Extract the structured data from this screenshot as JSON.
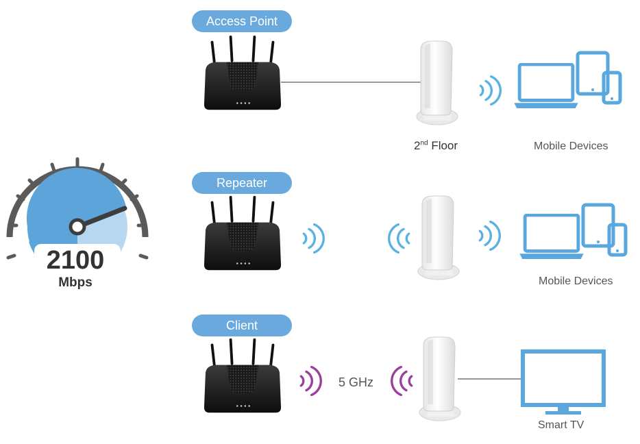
{
  "modes": [
    {
      "title": "Access Point",
      "right_label": "Mobile Devices"
    },
    {
      "title": "Repeater",
      "right_label": "Mobile Devices"
    },
    {
      "title": "Client",
      "right_label": "Smart TV"
    }
  ],
  "floor_label": {
    "ordinal": "2",
    "suffix": "nd",
    "text": " Floor"
  },
  "band_label": "5 GHz",
  "speed": {
    "value": "2100",
    "unit": "Mbps"
  },
  "colors": {
    "wifi_blue": "#5ab2e4",
    "wifi_purple": "#9b3f9c",
    "device_blue": "#5aa7de",
    "pill": "#6aa9dd",
    "gauge_fill": "#5da4da",
    "gauge_light": "#b7d6f0",
    "gauge_ring": "#5a5a5a"
  },
  "icons": [
    "speedometer-icon",
    "router-icon",
    "extender-icon",
    "wifi-waves-icon",
    "laptop-icon",
    "tablet-icon",
    "smartphone-icon",
    "tv-icon"
  ]
}
